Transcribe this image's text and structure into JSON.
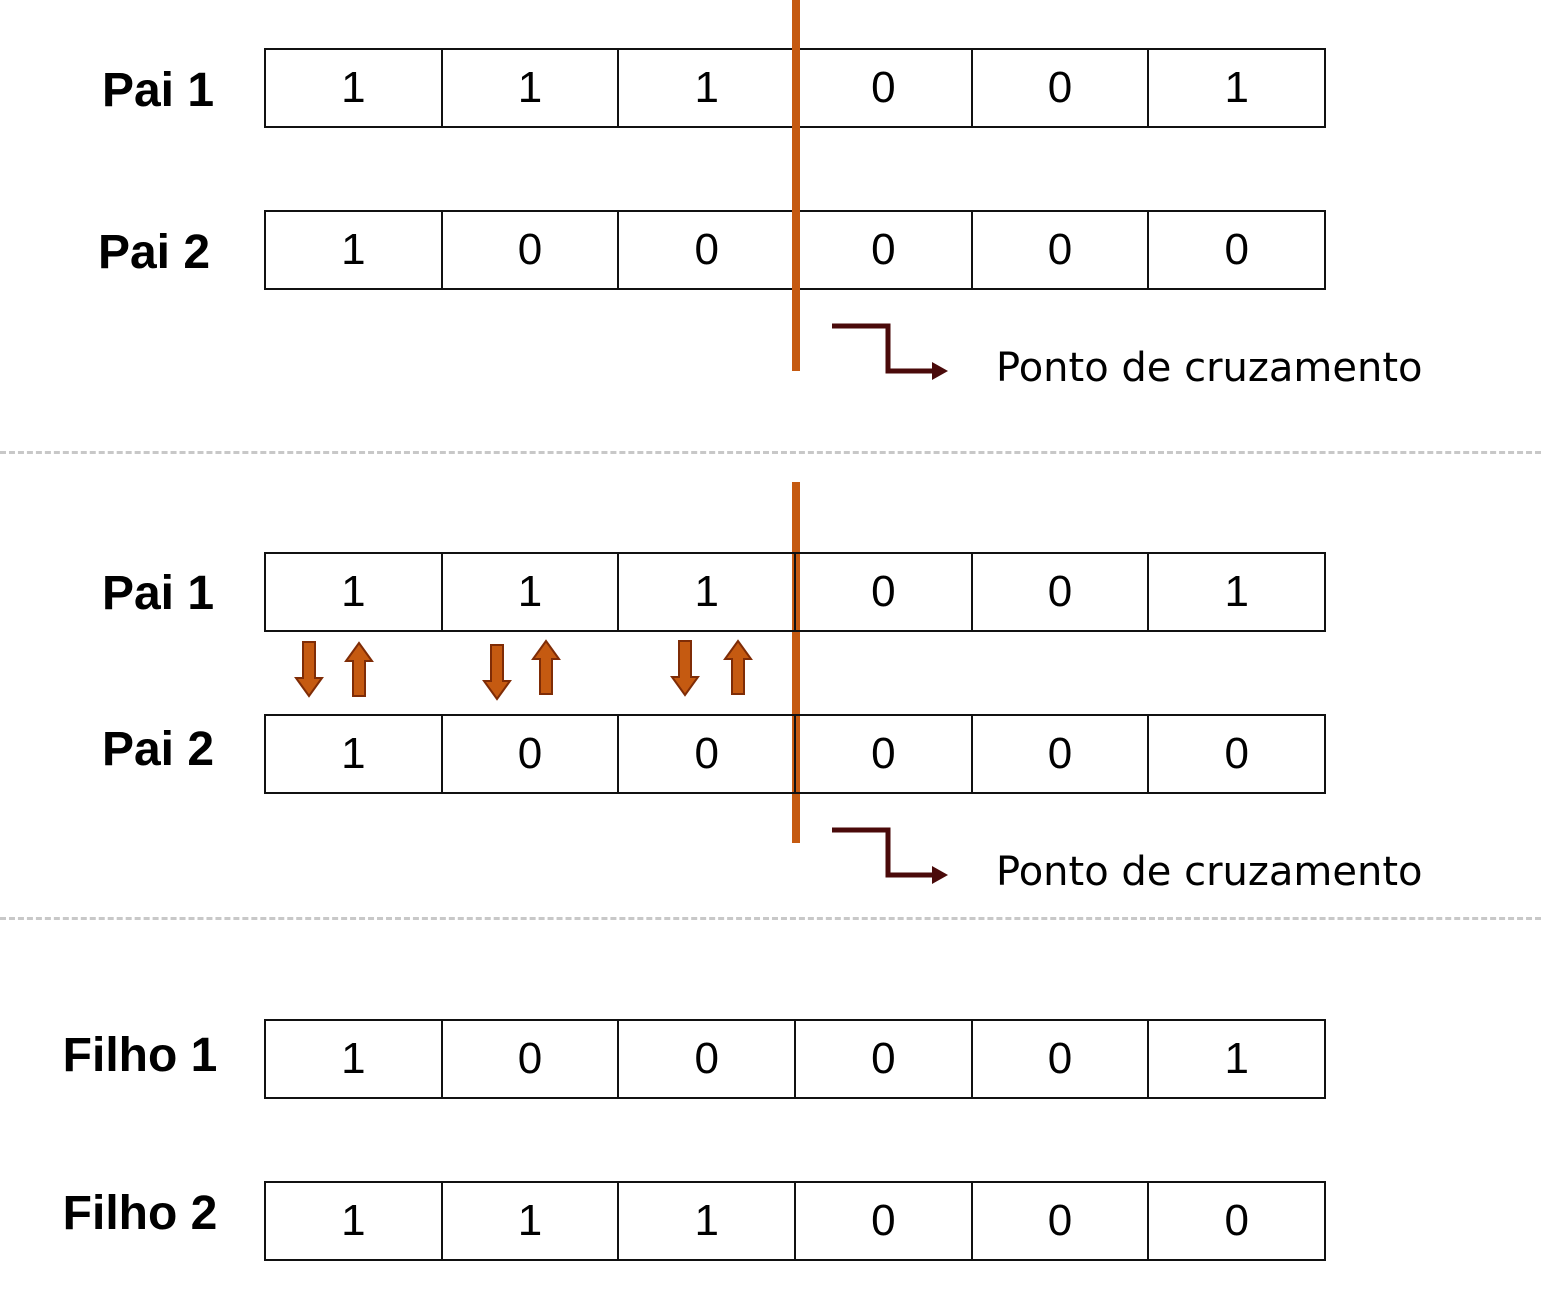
{
  "section1": {
    "pai1": {
      "label": "Pai 1",
      "genes": [
        "1",
        "1",
        "1",
        "0",
        "0",
        "1"
      ]
    },
    "pai2": {
      "label": "Pai 2",
      "genes": [
        "1",
        "0",
        "0",
        "0",
        "0",
        "0"
      ]
    },
    "crossover_label": "Ponto de cruzamento"
  },
  "section2": {
    "pai1": {
      "label": "Pai 1",
      "genes": [
        "1",
        "1",
        "1",
        "0",
        "0",
        "1"
      ]
    },
    "pai2": {
      "label": "Pai 2",
      "genes": [
        "1",
        "0",
        "0",
        "0",
        "0",
        "0"
      ]
    },
    "crossover_label": "Ponto de cruzamento"
  },
  "section3": {
    "filho1": {
      "label": "Filho 1",
      "genes": [
        "1",
        "0",
        "0",
        "0",
        "0",
        "1"
      ]
    },
    "filho2": {
      "label": "Filho 2",
      "genes": [
        "1",
        "1",
        "1",
        "0",
        "0",
        "0"
      ]
    }
  },
  "colors": {
    "crossover_line": "#c55a11",
    "swap_arrow_fill": "#c55a11",
    "swap_arrow_stroke": "#7f2c06",
    "callout_arrow": "#4a0a0a",
    "divider": "#c8c8c8"
  }
}
